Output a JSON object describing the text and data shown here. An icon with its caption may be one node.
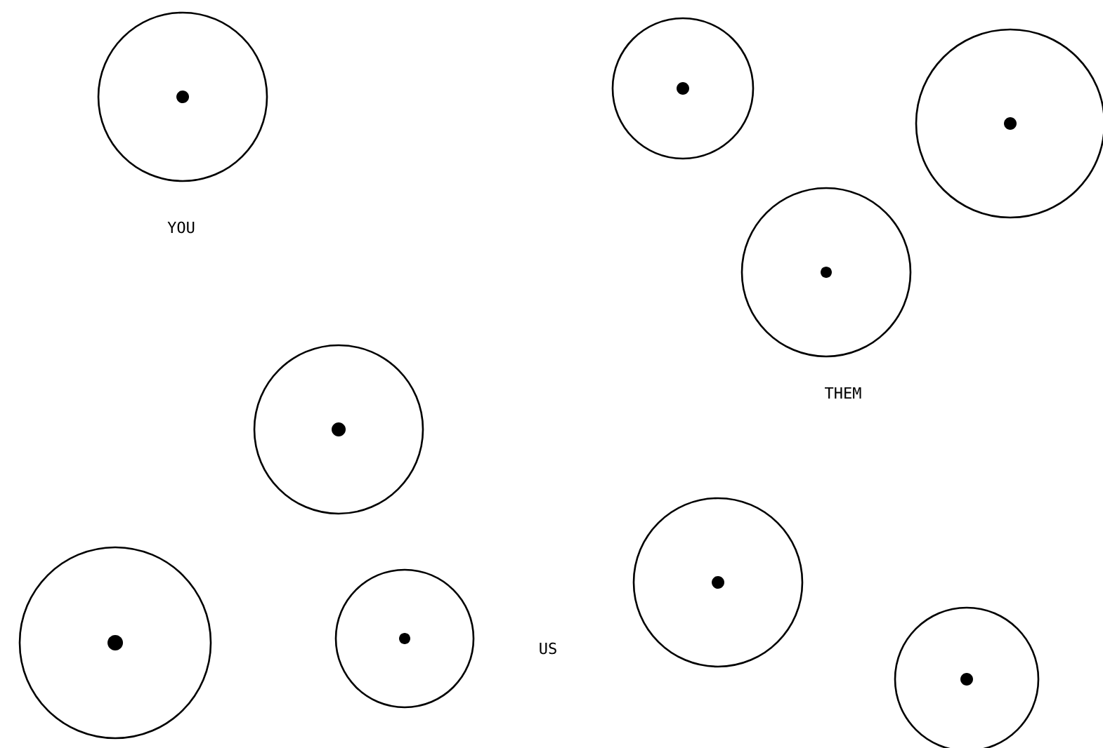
{
  "diagram": {
    "nodes": [
      {
        "text": [],
        "shape": "circle"
      },
      {
        "text": [],
        "shape": "circle"
      },
      {
        "text": [],
        "shape": "circle"
      },
      {
        "text": [],
        "shape": "circle"
      },
      {
        "text": [],
        "shape": "circle"
      },
      {
        "text": [],
        "shape": "circle"
      },
      {
        "text": [],
        "shape": "circle"
      },
      {
        "text": [],
        "shape": "circle"
      },
      {
        "text": [],
        "shape": "circle"
      }
    ],
    "labels": [
      "YOU",
      "THEM",
      "US"
    ]
  }
}
